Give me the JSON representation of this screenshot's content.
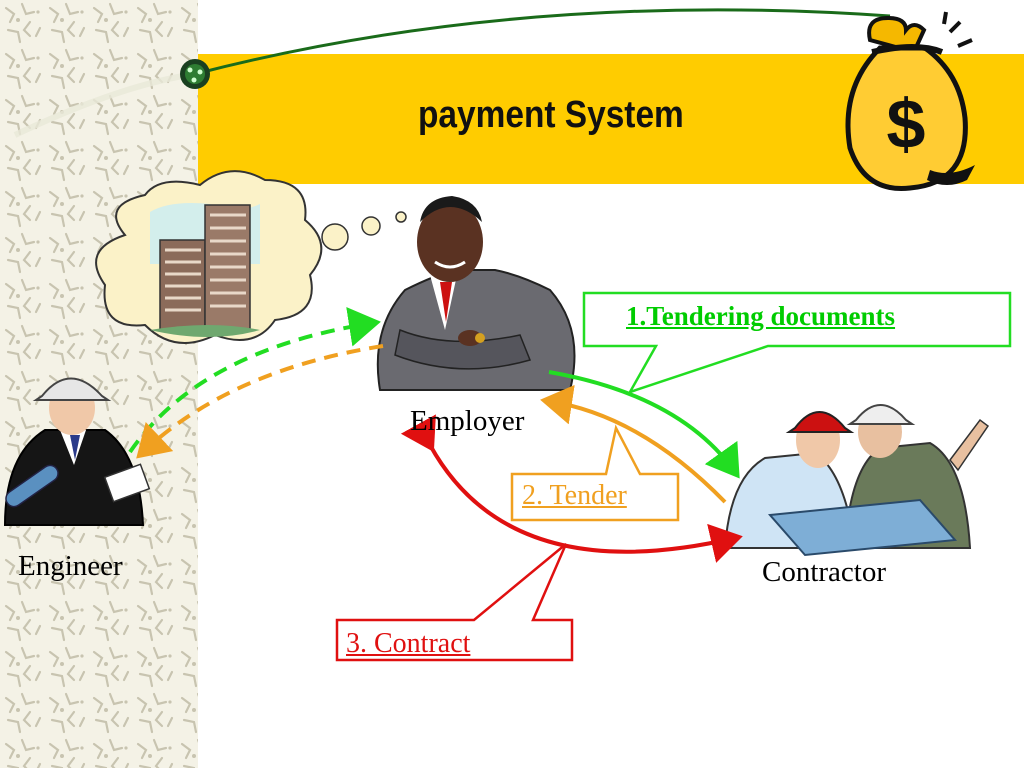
{
  "slide": {
    "title": "payment System"
  },
  "actors": {
    "employer": "Employer",
    "engineer": "Engineer",
    "contractor": "Contractor"
  },
  "callouts": {
    "tendering": {
      "text": "1.Tendering documents",
      "color": "#00cc00"
    },
    "tender": {
      "text": "2. Tender",
      "color": "#f0a020"
    },
    "contract": {
      "text": "3. Contract",
      "color": "#e01010"
    }
  },
  "colors": {
    "banner": "#ffcc00",
    "pattern": "#f4f2e6",
    "green": "#22dd22",
    "orange": "#f0a020",
    "red": "#e01010"
  },
  "icons": {
    "money_bag": "money-bag-dollar-icon",
    "building_thought": "building-thought-cloud-icon"
  }
}
